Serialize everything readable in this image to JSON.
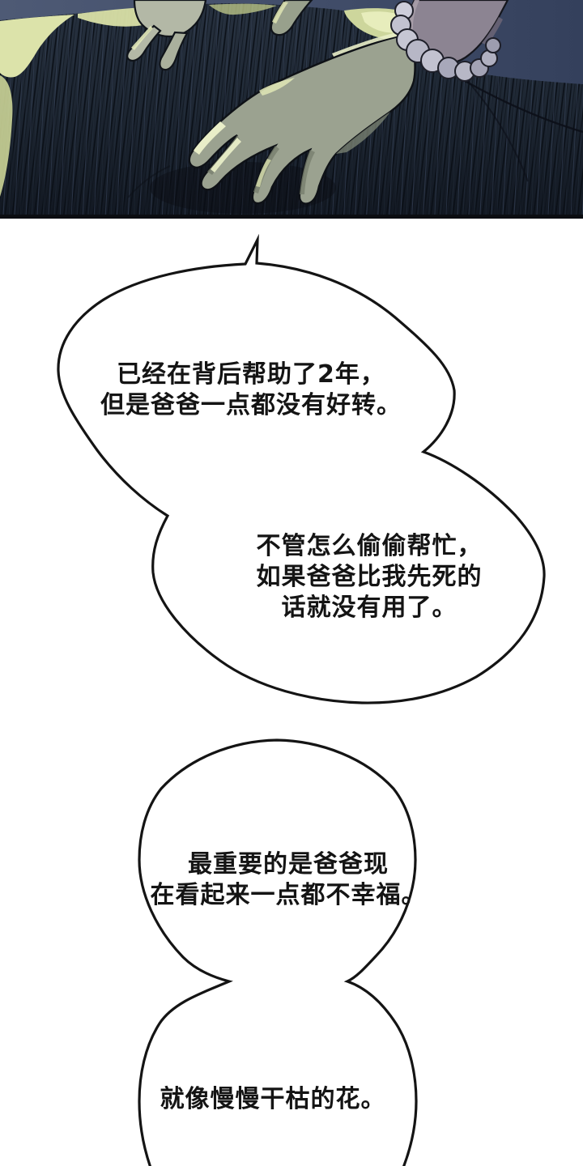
{
  "page": {
    "background": "#ffffff"
  },
  "panel": {
    "wall_color_left": "#4e5a75",
    "wall_color_right": "#34405c",
    "blanket_color": "#1d2632",
    "blanket_highlight": "#d9e0a6",
    "blanket_highlight_bright": "#e7edbc",
    "skin_color": "#9ba290",
    "skin_highlight": "#e9eec8",
    "skin_shadow": "#78806e",
    "sleeve_color": "#8c8492",
    "cuff_color": "#c2c2d0",
    "outline_color": "#0e1116",
    "border_color": "#0b0d11"
  },
  "bubbles": [
    {
      "id": "bubble-1",
      "lines": [
        "已经在背后帮助了2年，",
        "但是爸爸一点都没有好转。"
      ]
    },
    {
      "id": "bubble-2",
      "lines": [
        "不管怎么偷偷帮忙，",
        "如果爸爸比我先死的",
        "话就没有用了。"
      ]
    },
    {
      "id": "bubble-3",
      "lines": [
        "最重要的是爸爸现",
        "在看起来一点都不幸福。"
      ]
    },
    {
      "id": "bubble-4",
      "lines": [
        "就像慢慢干枯的花。"
      ]
    }
  ],
  "bubble_style": {
    "stroke": "#141414",
    "fill": "#ffffff"
  }
}
